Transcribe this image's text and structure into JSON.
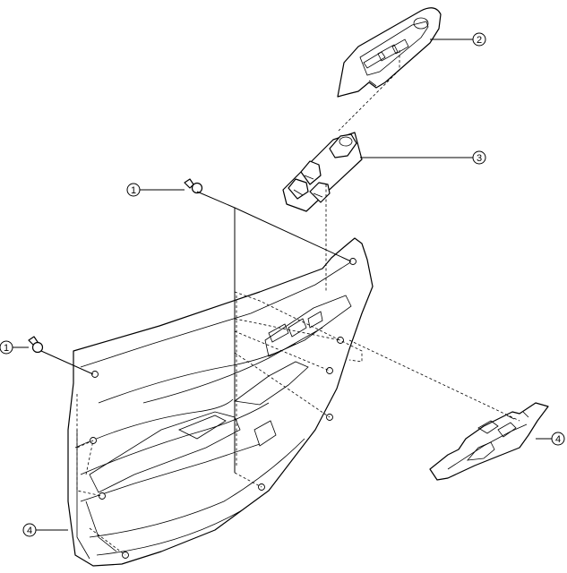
{
  "diagram": {
    "callouts": [
      {
        "id": "callout-2-window-panel",
        "label": "2"
      },
      {
        "id": "callout-3-switch",
        "label": "3"
      },
      {
        "id": "callout-1-upper-clip",
        "label": "1"
      },
      {
        "id": "callout-1-left-clip",
        "label": "1"
      },
      {
        "id": "callout-4-trim-panel",
        "label": "4"
      },
      {
        "id": "callout-4-side-trim",
        "label": "4"
      }
    ]
  }
}
